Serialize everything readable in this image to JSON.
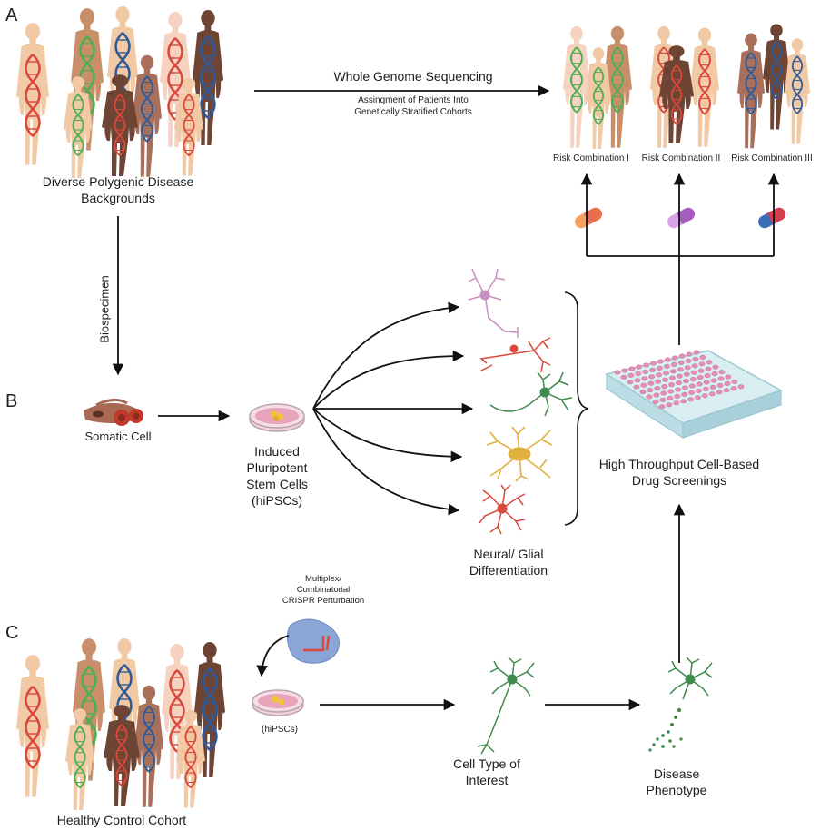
{
  "panels": {
    "a": "A",
    "b": "B",
    "c": "C"
  },
  "labels": {
    "diverse_line1": "Diverse Polygenic Disease",
    "diverse_line2": "Backgrounds",
    "wgs": "Whole Genome Sequencing",
    "assign_line1": "Assingment of Patients Into",
    "assign_line2": "Genetically Stratified Cohorts",
    "risk1": "Risk Combination I",
    "risk2": "Risk Combination II",
    "risk3": "Risk Combination III",
    "biospecimen": "Biospecimen",
    "somatic": "Somatic Cell",
    "ipsc_line1": "Induced",
    "ipsc_line2": "Pluripotent",
    "ipsc_line3": "Stem Cells",
    "ipsc_line4": "(hiPSCs)",
    "neural_line1": "Neural/ Glial",
    "neural_line2": "Differentiation",
    "hts_line1": "High Throughput Cell-Based",
    "hts_line2": "Drug Screenings",
    "crispr_line1": "Multiplex/",
    "crispr_line2": "Combinatorial",
    "crispr_line3": "CRISPR Perturbation",
    "hipsc_short": "(hiPSCs)",
    "celltype_line1": "Cell Type of",
    "celltype_line2": "Interest",
    "disease_line1": "Disease",
    "disease_line2": "Phenotype",
    "healthy": "Healthy Control Cohort"
  },
  "colors": {
    "skin_light": "#f2c9a5",
    "skin_tan": "#c98f6b",
    "skin_mid": "#a8705a",
    "skin_dark": "#6e4534",
    "dna_red": "#d9483b",
    "dna_green": "#4caf50",
    "dna_blue": "#2d5b9a",
    "neuron_pink": "#c98fc0",
    "neuron_red": "#d9483b",
    "neuron_green": "#3f8a4c",
    "astro_yellow": "#e0b040",
    "plate_pink": "#e58fb1",
    "arrow": "#111111"
  }
}
